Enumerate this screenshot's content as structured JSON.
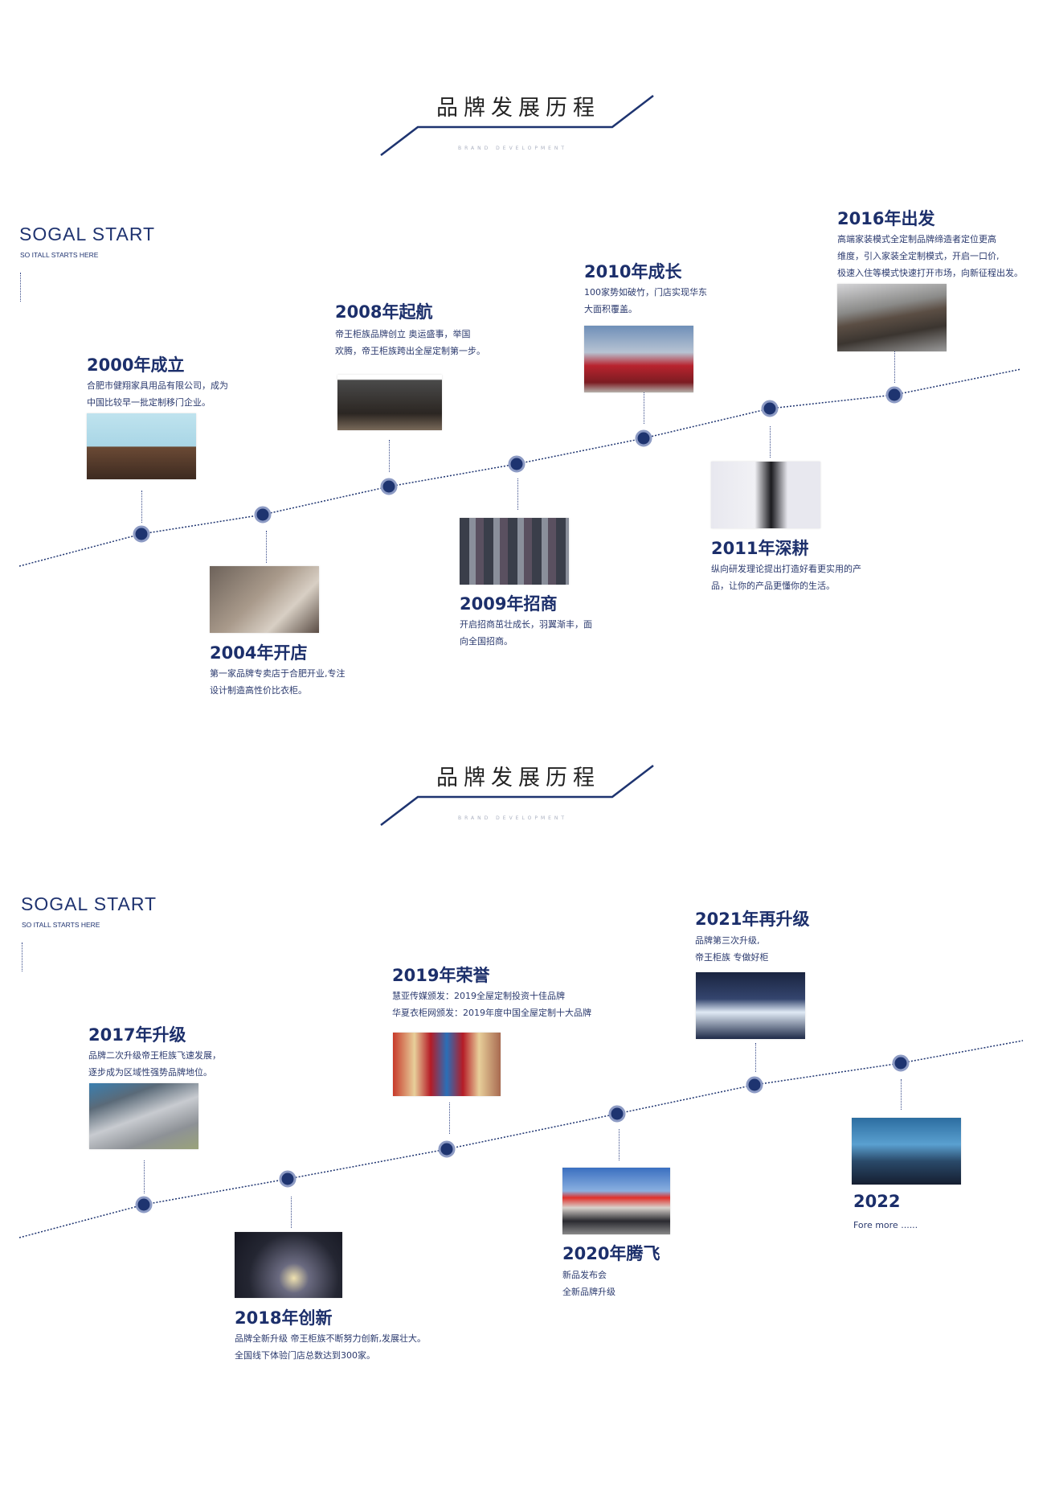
{
  "colors": {
    "accent": "#1e3470",
    "ring": "#8d9bc4",
    "text": "#2b3a6e"
  },
  "sections": [
    {
      "title": "品牌发展历程",
      "subtitle": "BRAND DEVELOPMENT",
      "brand": "SOGAL START",
      "brand_sub": "SO ITALL STARTS HERE",
      "items": [
        {
          "title": "2000年成立",
          "lines": [
            "合肥市健翔家具用品有限公司，成为",
            "中国比较早一批定制移门企业。"
          ],
          "image": "portrait-photo"
        },
        {
          "title": "2004年开店",
          "lines": [
            "第一家品牌专卖店于合肥开业,专注",
            "设计制造高性价比衣柜。"
          ],
          "image": "study-room-photo"
        },
        {
          "title": "2008年起航",
          "lines": [
            "帝王柜族品牌创立 奥运盛事，举国",
            "欢腾，帝王柜族跨出全屋定制第一步。"
          ],
          "image": "store-building-photo"
        },
        {
          "title": "2009年招商",
          "lines": [
            "开启招商茁壮成长，羽翼渐丰，面",
            "向全国招商。"
          ],
          "image": "store-collage-photo"
        },
        {
          "title": "2010年成长",
          "lines": [
            "100家势如破竹，门店实现华东",
            "大面积覆盖。"
          ],
          "image": "group-photo"
        },
        {
          "title": "2011年深耕",
          "lines": [
            "纵向研发理论提出打造好看更实用的产",
            "品，让你的产品更懂你的生活。"
          ],
          "image": "speaker-photo"
        },
        {
          "title": "2016年出发",
          "lines": [
            "高端家装模式全定制品牌缔造者定位更高",
            "维度，引入家装全定制模式，开启一口价,",
            "极速入住等模式快速打开市场，向新征程出发。"
          ],
          "image": "board-closeup-photo"
        }
      ]
    },
    {
      "title": "品牌发展历程",
      "subtitle": "BRAND DEVELOPMENT",
      "brand": "SOGAL START",
      "brand_sub": "SO ITALL STARTS HERE",
      "items": [
        {
          "title": "2017年升级",
          "lines": [
            "品牌二次升级帝王柜族飞速发展，",
            "逐步成为区域性强势品牌地位。"
          ],
          "image": "factory-aerial-photo"
        },
        {
          "title": "2018年创新",
          "lines": [
            "品牌全新升级 帝王柜族不断努力创新,发展壮大。",
            "全国线下体验门店总数达到300家。"
          ],
          "image": "city-night-photo"
        },
        {
          "title": "2019年荣誉",
          "lines": [
            "慧亚传媒颁发：2019全屋定制投资十佳品牌",
            "华夏衣柜网颁发：2019年度中国全屋定制十大品牌"
          ],
          "image": "trophies-photo"
        },
        {
          "title": "2020年腾飞",
          "lines": [
            "新品发布会",
            "全新品牌升级"
          ],
          "image": "event-arch-photo"
        },
        {
          "title": "2021年再升级",
          "lines": [
            "品牌第三次升级,",
            "帝王柜族 专做好柜"
          ],
          "image": "showroom-photo"
        },
        {
          "title": "2022",
          "lines": [
            "Fore more ......"
          ],
          "image": "city-globe-photo"
        }
      ]
    }
  ]
}
